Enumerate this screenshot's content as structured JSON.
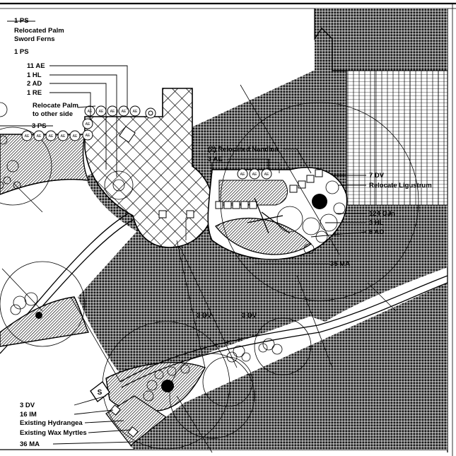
{
  "labels": {
    "ps_top": "1 PS",
    "relocated_palm": "Relocated Palm",
    "sword_ferns": "Sword Ferns",
    "ps_second": "1 PS",
    "ae_11": "11 AE",
    "hl_1": "1 HL",
    "ad_2": "2 AD",
    "re_1": "1 RE",
    "relocate_palm_1": "Relocate Palm",
    "relocate_palm_2": "to other side",
    "ps_3": "3 PS",
    "relocated_nandina": "(2) Relocated Nandina",
    "ae_3": "3 AE",
    "dv_7": "7 DV",
    "relocate_ligustrum": "Relocate Ligustrum",
    "ojn_124": "124 OJn",
    "hl_3": "3 HL",
    "ad_6": "6 AD",
    "ma_35": "35 MA",
    "dv_3_a": "3 DV",
    "dv_3_b": "3 DV",
    "dv_3_c": "3 DV",
    "im_16": "16 IM",
    "existing_hydrangea": "Existing Hydrangea",
    "existing_wax_myrtles": "Existing Wax Myrtles",
    "ma_36": "36 MA"
  },
  "symbols": {
    "ae_tag": "AE",
    "step_marker": "S"
  }
}
